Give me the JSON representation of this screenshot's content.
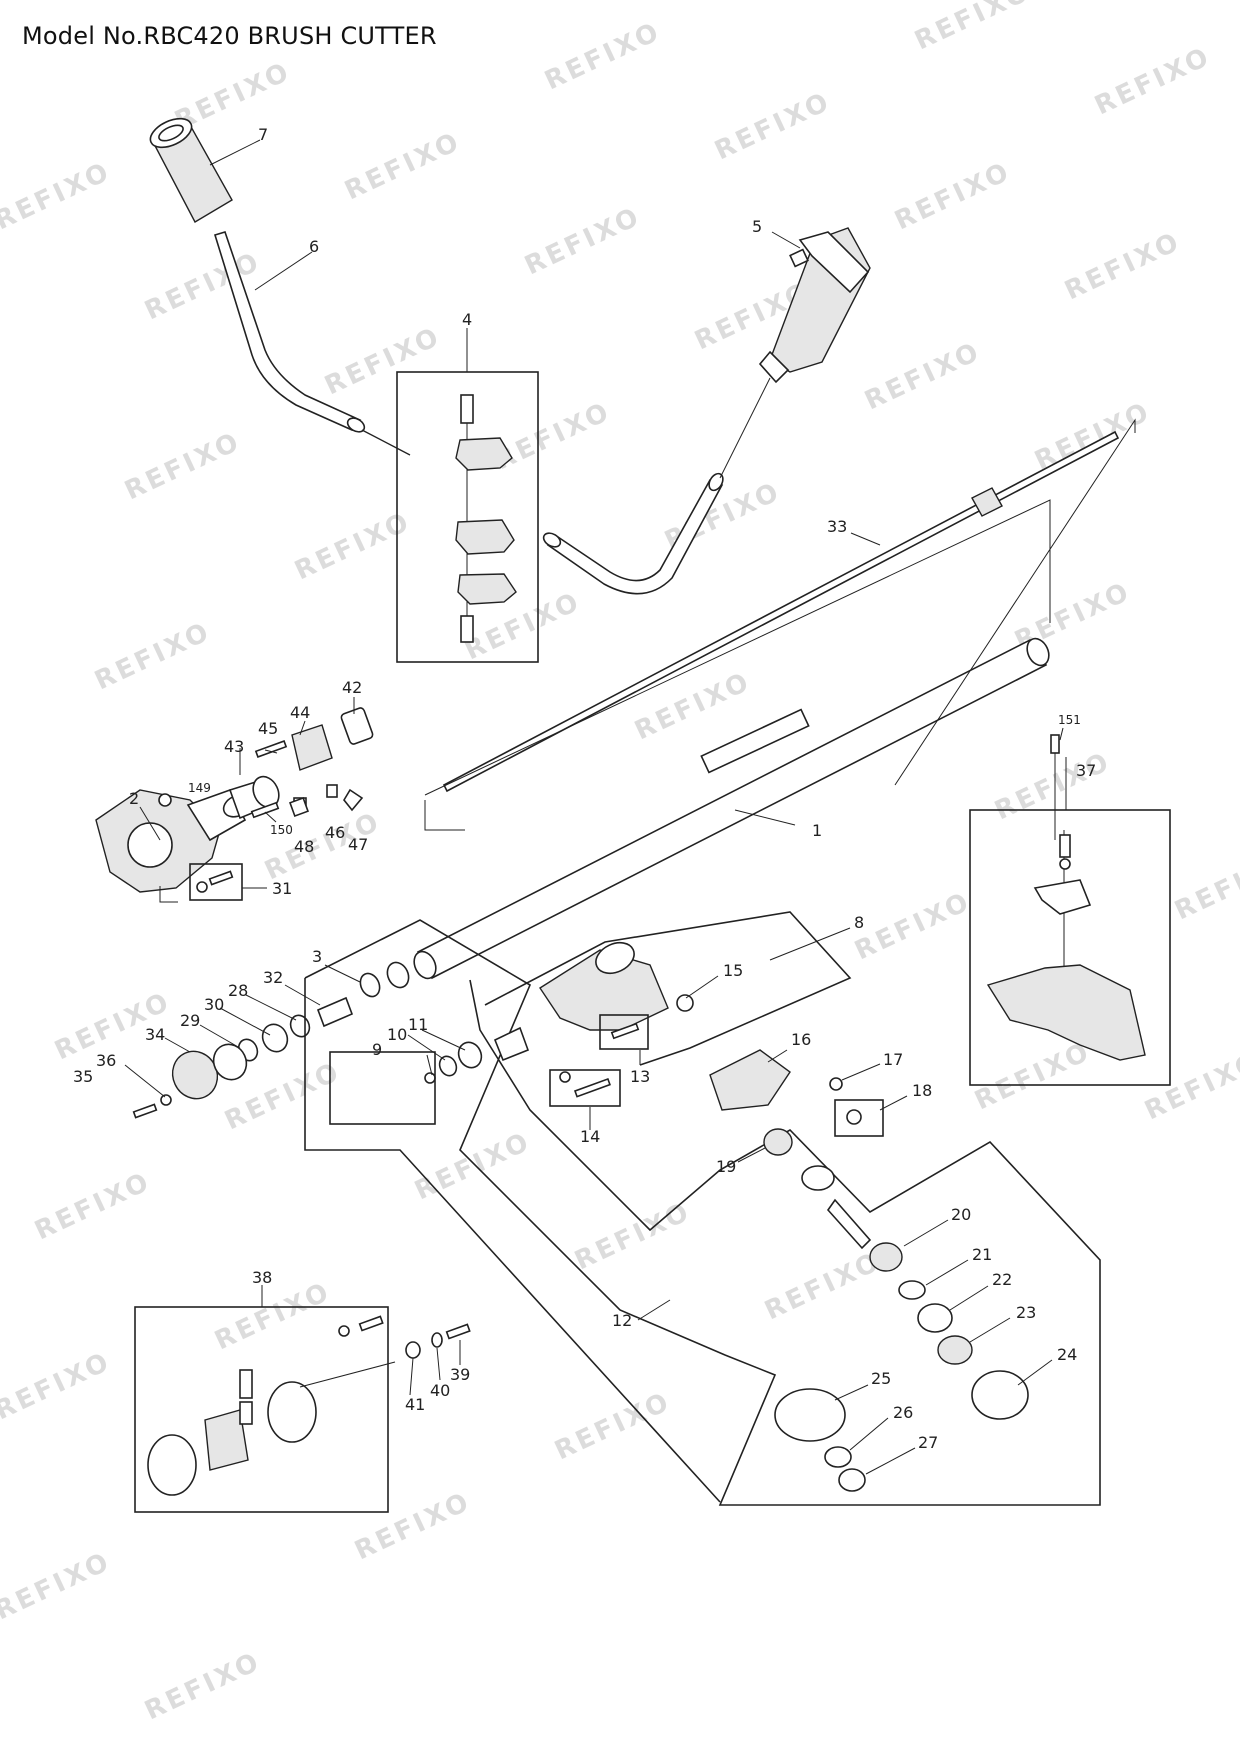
{
  "title": "Model No.RBC420 BRUSH CUTTER",
  "watermark": "REFIXO",
  "callouts": {
    "c1": "1",
    "c2": "2",
    "c3": "3",
    "c4": "4",
    "c5": "5",
    "c6": "6",
    "c7": "7",
    "c8": "8",
    "c9": "9",
    "c10": "10",
    "c11": "11",
    "c12": "12",
    "c13": "13",
    "c14": "14",
    "c15": "15",
    "c16": "16",
    "c17": "17",
    "c18": "18",
    "c19": "19",
    "c20": "20",
    "c21": "21",
    "c22": "22",
    "c23": "23",
    "c24": "24",
    "c25": "25",
    "c26": "26",
    "c27": "27",
    "c28": "28",
    "c29": "29",
    "c30": "30",
    "c31": "31",
    "c32": "32",
    "c33": "33",
    "c34": "34",
    "c35": "35",
    "c36": "36",
    "c37": "37",
    "c38": "38",
    "c39": "39",
    "c40": "40",
    "c41": "41",
    "c42": "42",
    "c43": "43",
    "c44": "44",
    "c45": "45",
    "c46": "46",
    "c47": "47",
    "c48": "48",
    "c149": "149",
    "c150": "150",
    "c151": "151"
  }
}
